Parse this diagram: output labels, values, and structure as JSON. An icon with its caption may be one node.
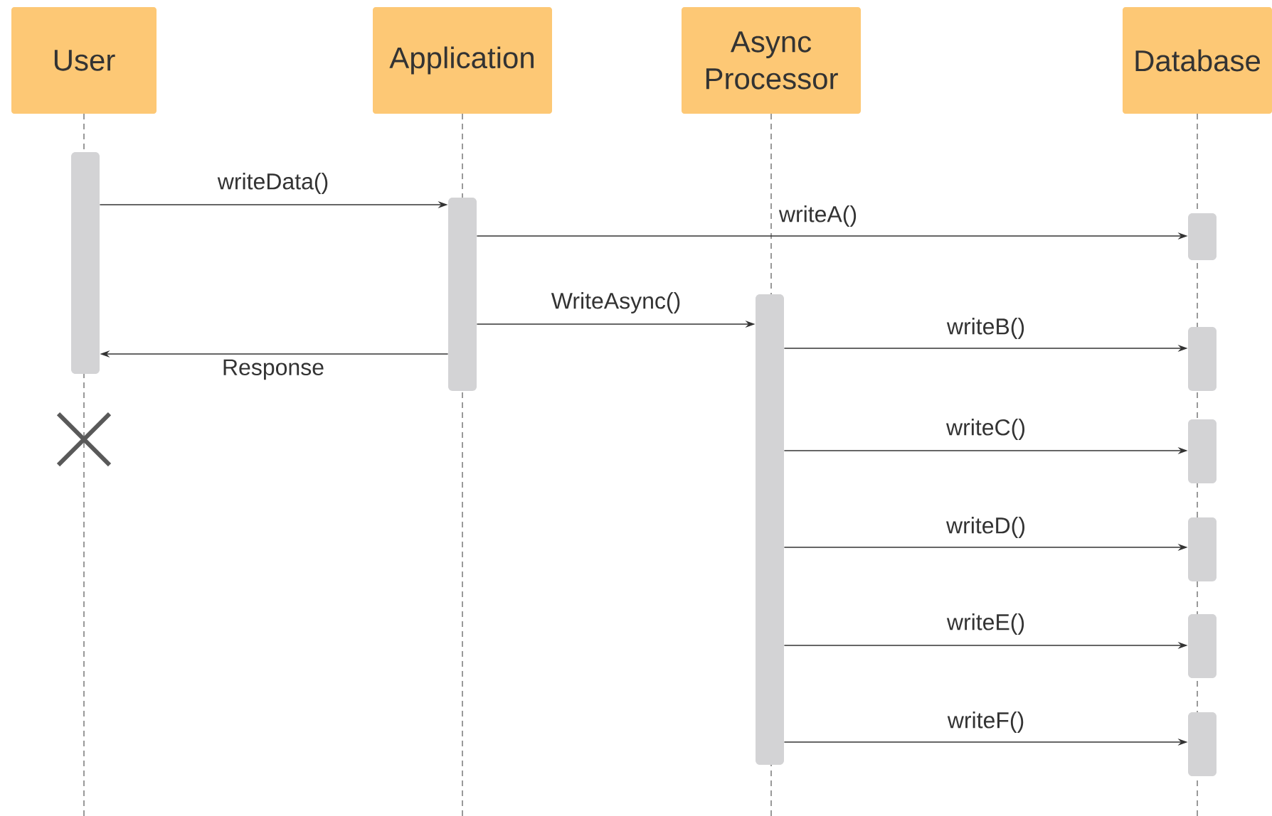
{
  "diagram": {
    "nodes": [
      {
        "text": [
          "User"
        ]
      },
      {
        "text": [
          "Application"
        ]
      },
      {
        "text": [
          "Async Processor"
        ]
      },
      {
        "text": [
          "Database"
        ]
      },
      {
        "text": [],
        "shape": "bar"
      },
      {
        "text": [],
        "shape": "bar"
      },
      {
        "text": [],
        "shape": "bar"
      },
      {
        "text": [],
        "shape": "bar"
      },
      {
        "text": [],
        "shape": "bar"
      },
      {
        "text": [],
        "shape": "bar"
      },
      {
        "text": [],
        "shape": "bar"
      },
      {
        "text": [],
        "shape": "bar"
      },
      {
        "text": [],
        "shape": "bar"
      }
    ],
    "edges": [
      {
        "from": 4,
        "to": 5,
        "arrow": "to",
        "label": "writeData()"
      },
      {
        "from": 5,
        "to": 7,
        "arrow": "to",
        "label": "writeA()"
      },
      {
        "from": 5,
        "to": 6,
        "arrow": "to",
        "label": "WriteAsync()"
      },
      {
        "from": 5,
        "to": 4,
        "arrow": "to",
        "label": "Response"
      },
      {
        "from": 6,
        "to": 8,
        "arrow": "to",
        "label": "writeB()"
      },
      {
        "from": 6,
        "to": 9,
        "arrow": "to",
        "label": "writeC()"
      },
      {
        "from": 6,
        "to": 10,
        "arrow": "to",
        "label": "writeD()"
      },
      {
        "from": 6,
        "to": 11,
        "arrow": "to",
        "label": "writeE()"
      },
      {
        "from": 6,
        "to": 12,
        "arrow": "to",
        "label": "writeF()"
      }
    ]
  }
}
